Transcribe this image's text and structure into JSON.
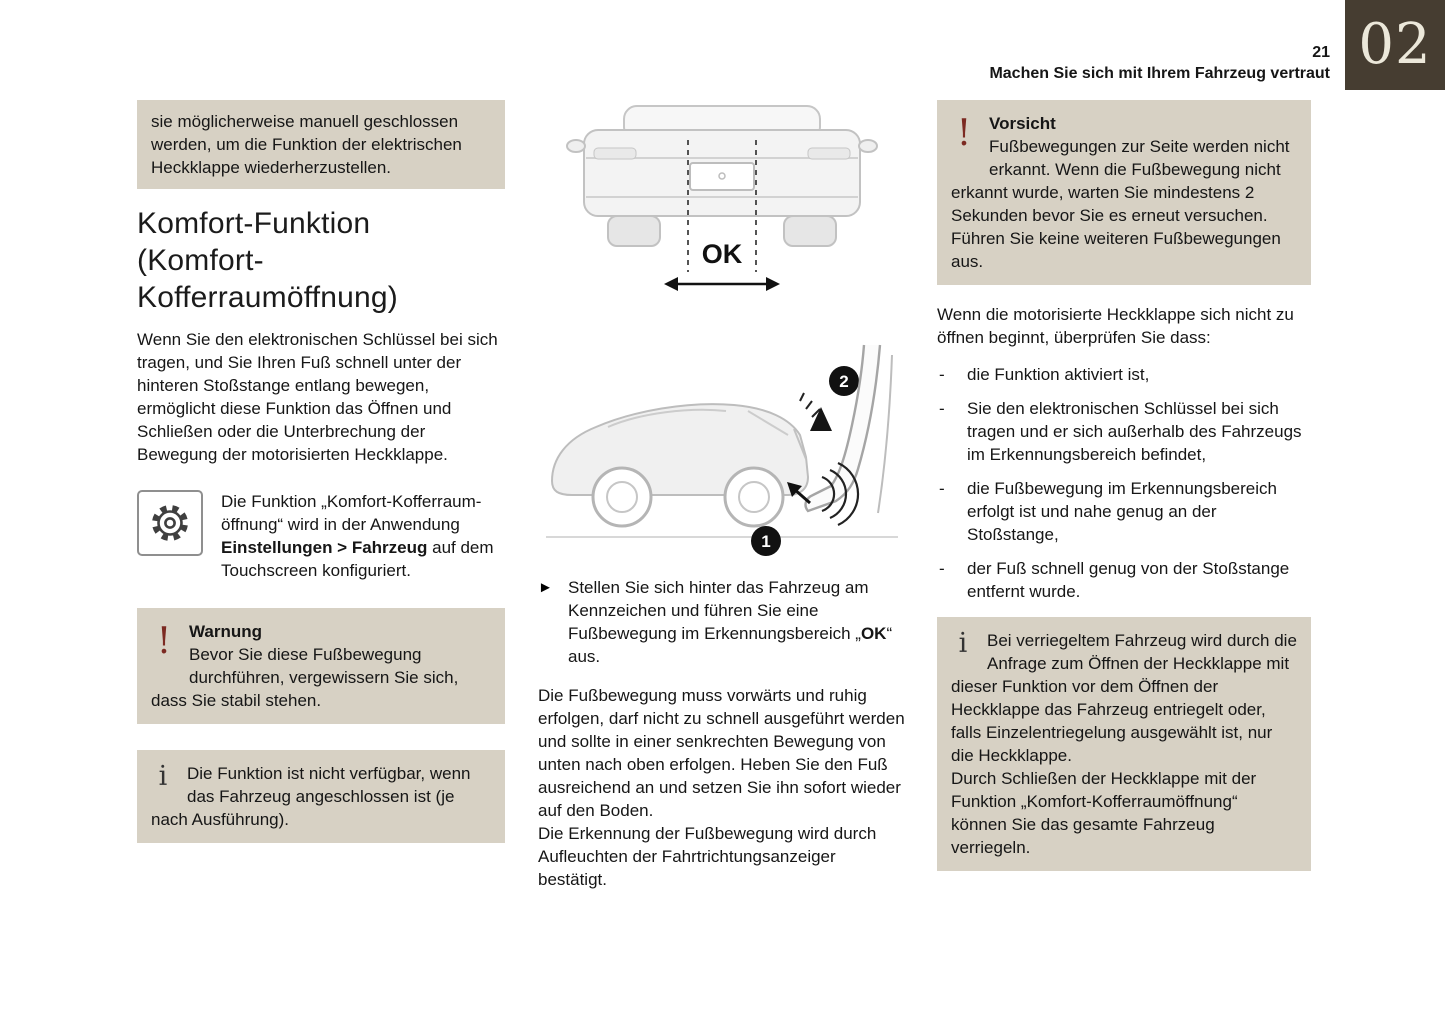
{
  "page": {
    "number": "21",
    "chapter_tab": "02",
    "header": "Machen Sie sich mit Ihrem Fahrzeug vertraut"
  },
  "bullets": {
    "dash": "-",
    "arrow": "►"
  },
  "left": {
    "carryover_text": "sie möglicherweise manuell geschlossen werden, um die Funktion der elektrischen Heckklappe wiederherzustellen.",
    "heading": "Komfort-Funktion (Komfort-Kofferraumöffnung)",
    "intro": "Wenn Sie den elektronischen Schlüssel bei sich tragen, und Sie Ihren Fuß schnell unter der hinteren Stoßstange entlang bewegen, ermöglicht diese Funktion das Öffnen und Schließen oder die Unterbrechung der Bewegung der motorisierten Heckklappe.",
    "settings_note": {
      "pre": "Die Funktion „Komfort-Kofferraum-öffnung“ wird in der Anwendung ",
      "bold": "Einstellungen > Fahrzeug",
      "post": " auf dem Touchscreen konfiguriert."
    },
    "warning_box": {
      "title": "Warnung",
      "text": "Bevor Sie diese Fußbewegung durchführen, vergewissern Sie sich, dass Sie stabil stehen."
    },
    "info_box": {
      "text": "Die Funktion ist nicht verfügbar, wenn das Fahrzeug angeschlossen ist (je nach Ausführung)."
    }
  },
  "middle": {
    "illustration": {
      "ok_label": "OK",
      "badge_1": "1",
      "badge_2": "2"
    },
    "step": {
      "pre": "Stellen Sie sich hinter das Fahrzeug am Kennzeichen und führen Sie eine Fußbewegung im Erkennungsbereich „",
      "bold": "OK",
      "post": "“ aus."
    },
    "paragraph": "Die Fußbewegung muss vorwärts und ruhig erfolgen, darf nicht zu schnell ausgeführt werden und sollte in einer senkrechten Bewegung von unten nach oben erfolgen. Heben Sie den Fuß ausreichend an und setzen Sie ihn sofort wieder auf den Boden.\nDie Erkennung der Fußbewegung wird durch Aufleuchten der Fahrtrichtungsanzeiger bestätigt."
  },
  "right": {
    "caution_box": {
      "title": "Vorsicht",
      "text": "Fußbewegungen zur Seite werden nicht erkannt. Wenn die Fußbewegung nicht erkannt wurde, warten Sie mindestens 2 Sekunden bevor Sie es erneut versuchen.\nFühren Sie keine weiteren Fußbewegungen aus."
    },
    "check_intro": "Wenn die motorisierte Heckklappe sich nicht zu öffnen beginnt, überprüfen Sie dass:",
    "checks": [
      "die Funktion aktiviert ist,",
      "Sie den elektronischen Schlüssel bei sich tragen und er sich außerhalb des Fahrzeugs im Erkennungsbereich befindet,",
      "die Fußbewegung im Erkennungsbereich erfolgt ist und nahe genug an der Stoßstange,",
      "der Fuß schnell genug von der Stoßstange entfernt wurde."
    ],
    "info_box": {
      "text": "Bei verriegeltem Fahrzeug wird durch die Anfrage zum Öffnen der Heckklappe mit dieser Funktion vor dem Öffnen der Heckklappe das Fahrzeug entriegelt oder, falls Einzelentriegelung ausgewählt ist, nur die Heckklappe.\nDurch Schließen der Heckklappe mit der Funktion „Komfort-Kofferraumöffnung“ können Sie das gesamte Fahrzeug verriegeln."
    }
  }
}
